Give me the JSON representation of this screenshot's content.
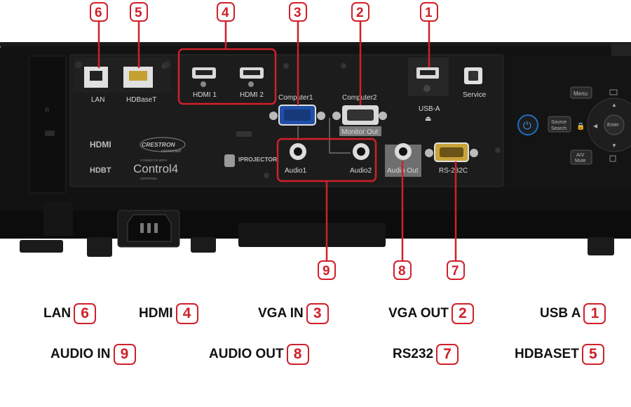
{
  "ports": {
    "lan": "LAN",
    "hdbaset": "HDBaseT",
    "hdmi1": "HDMI 1",
    "hdmi2": "HDMI 2",
    "computer1": "Computer1",
    "computer2": "Computer2",
    "monitor_out": "Monitor Out",
    "usb_a": "USB-A",
    "service": "Service",
    "audio1": "Audio1",
    "audio2": "Audio2",
    "audio_out": "Audio Out",
    "rs232c": "RS-232C"
  },
  "logos": {
    "hdmi": "HDMI",
    "crestron": "CRESTRON",
    "crestron_sub": "connected",
    "hdbt": "HDBT",
    "control4": "Control4",
    "control4_top": "CONNECTS WITH",
    "control4_bottom": "CERTIFIED",
    "iprojector": "IPROJECTOR"
  },
  "controls": {
    "menu": "Menu",
    "source_search_1": "Source",
    "source_search_2": "Search",
    "av_mute_1": "A/V",
    "av_mute_2": "Mute",
    "enter": "Enter"
  },
  "callouts": {
    "c1": "1",
    "c2": "2",
    "c3": "3",
    "c4": "4",
    "c5": "5",
    "c6": "6",
    "c7": "7",
    "c8": "8",
    "c9": "9"
  },
  "legend": [
    {
      "label": "LAN",
      "num": "6"
    },
    {
      "label": "HDMI",
      "num": "4"
    },
    {
      "label": "VGA IN",
      "num": "3"
    },
    {
      "label": "VGA OUT",
      "num": "2"
    },
    {
      "label": "USB A",
      "num": "1"
    },
    {
      "label": "AUDIO IN",
      "num": "9"
    },
    {
      "label": "AUDIO OUT",
      "num": "8"
    },
    {
      "label": "RS232",
      "num": "7"
    },
    {
      "label": "HDBASET",
      "num": "5"
    }
  ],
  "colors": {
    "callout_red": "#d0202a",
    "body_black": "#111111",
    "panel": "#1c1c1c"
  }
}
